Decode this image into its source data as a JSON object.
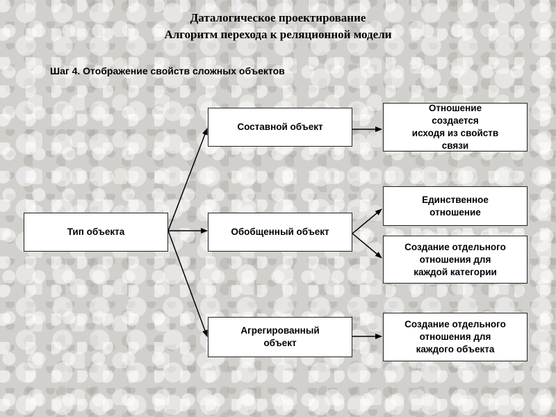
{
  "header": {
    "title_line1": "Даталогическое проектирование",
    "title_line2": "Алгоритм перехода к реляционной модели",
    "step": "Шаг 4. Отображение свойств сложных объектов"
  },
  "nodes": {
    "object_type": "Тип объекта",
    "compound_object": "Составной объект",
    "generalized_object": "Обобщенный объект",
    "aggregated_object": "Агрегированный\nобъект",
    "compound_result": "Отношение\nсоздается\nисходя из свойств\nсвязи",
    "single_relation": "Единственное\nотношение",
    "category_relation": "Создание отдельного\nотношения для\nкаждой категории",
    "object_relation": "Создание отдельного\nотношения для\nкаждого объекта"
  },
  "colors": {
    "box_fill": "#ffffff",
    "line": "#000000"
  }
}
